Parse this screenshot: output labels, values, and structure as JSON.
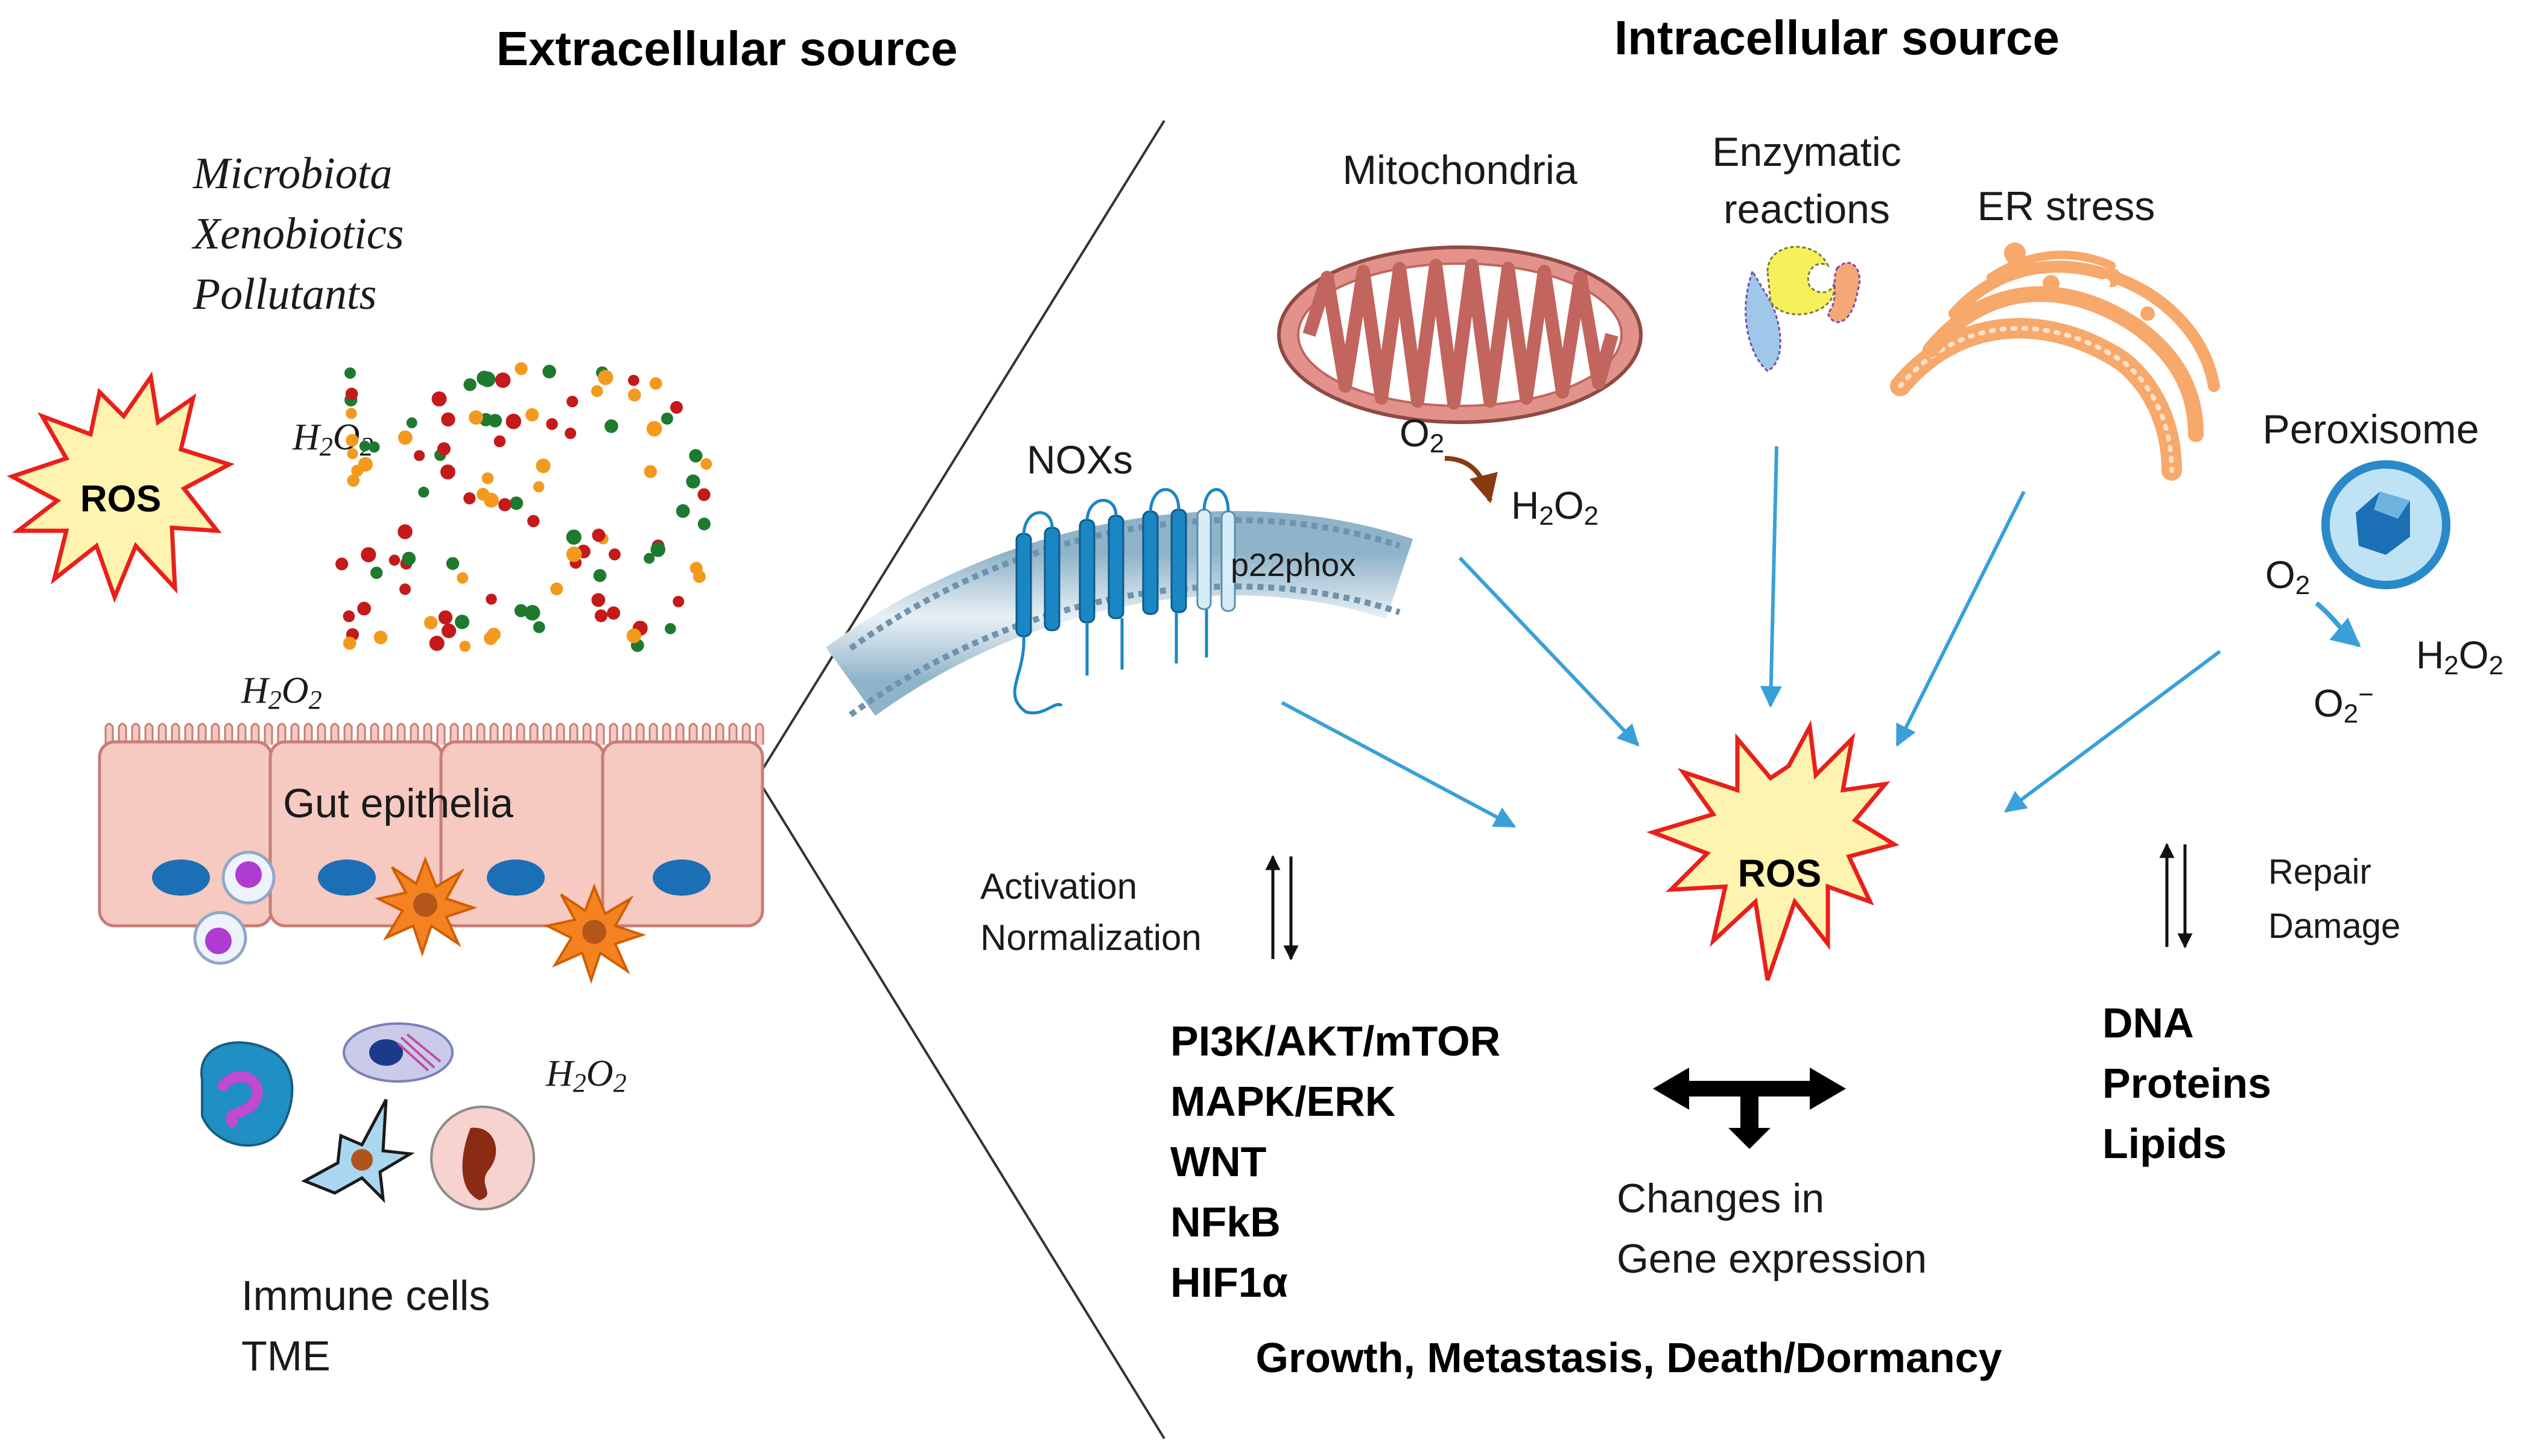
{
  "headings": {
    "extracellular": "Extracellular source",
    "intracellular": "Intracellular source"
  },
  "extracellular": {
    "sources": [
      "Microbiota",
      "Xenobiotics",
      "Pollutants"
    ],
    "ros_burst": "ROS",
    "h2o2_label": "H2O2",
    "gut_epithelia": "Gut epithelia",
    "immune_cells": "Immune cells",
    "tme": "TME"
  },
  "intracellular": {
    "mitochondria": "Mitochondria",
    "enzymatic_line1": "Enzymatic",
    "enzymatic_line2": "reactions",
    "er_stress": "ER stress",
    "peroxisome": "Peroxisome",
    "noxs": "NOXs",
    "p22phox": "p22phox",
    "o2": "O2",
    "h2o2": "H2O2",
    "o2_superoxide": "O2⁻",
    "ros_center": "ROS"
  },
  "regulation_left": {
    "activation": "Activation",
    "normalization": "Normalization",
    "pathways": [
      "PI3K/AKT/mTOR",
      "MAPK/ERK",
      "WNT",
      "NFkB",
      "HIF1α"
    ]
  },
  "regulation_right": {
    "repair": "Repair",
    "damage": "Damage",
    "targets": [
      "DNA",
      "Proteins",
      "Lipids"
    ]
  },
  "outcome": {
    "changes_line1": "Changes in",
    "changes_line2": "Gene expression",
    "final": "Growth,  Metastasis, Death/Dormancy"
  },
  "colors": {
    "arrow_blue": "#3aa0d8",
    "ros_star_fill": "#fff3b0",
    "ros_star_stroke": "#e8201c",
    "epithelium_fill": "#f6c9c1",
    "nucleus_blue": "#1b6fb5",
    "mito_fill": "#c2655f",
    "er_fill": "#f7a86b",
    "peroxisome_fill": "#2a8ac9"
  }
}
